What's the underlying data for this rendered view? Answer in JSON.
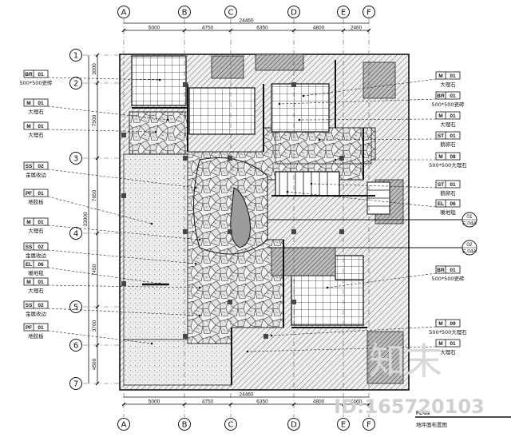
{
  "grid_columns": [
    "A",
    "B",
    "C",
    "D",
    "E",
    "F"
  ],
  "grid_rows": [
    "1",
    "2",
    "3",
    "4",
    "5",
    "6",
    "7"
  ],
  "top_dimensions": [
    "5000",
    "4750",
    "6350",
    "4800",
    "2460"
  ],
  "top_total": "24460",
  "bottom_dimensions": [
    "5000",
    "4750",
    "6350",
    "4800",
    "2460"
  ],
  "bottom_total": "24460",
  "left_dimensions": [
    "3000",
    "7500",
    "7650",
    "7450",
    "3700",
    "4500"
  ],
  "left_total": "33000",
  "left_tags": [
    {
      "code": "BR",
      "num": "01",
      "desc": "500*500瓷砖"
    },
    {
      "code": "M",
      "num": "01",
      "desc": "大理石"
    },
    {
      "code": "M",
      "num": "01",
      "desc": "大理石"
    },
    {
      "code": "SS",
      "num": "02",
      "desc": "金属收边"
    },
    {
      "code": "PF",
      "num": "01",
      "desc": "地胶板"
    },
    {
      "code": "M",
      "num": "01",
      "desc": "大理石"
    },
    {
      "code": "SS",
      "num": "02",
      "desc": "金属收边"
    },
    {
      "code": "EL",
      "num": "06",
      "desc": "暖地毯"
    },
    {
      "code": "M",
      "num": "01",
      "desc": "大理石"
    },
    {
      "code": "SS",
      "num": "02",
      "desc": "金属收边"
    },
    {
      "code": "PF",
      "num": "01",
      "desc": "地胶板"
    }
  ],
  "right_tags": [
    {
      "code": "M",
      "num": "01",
      "desc": "大理石"
    },
    {
      "code": "BR",
      "num": "01",
      "desc": "500*500瓷砖"
    },
    {
      "code": "M",
      "num": "01",
      "desc": "大理石"
    },
    {
      "code": "ST",
      "num": "01",
      "desc": "鹅卵石"
    },
    {
      "code": "M",
      "num": "08",
      "desc": "500*500大理石"
    },
    {
      "code": "ST",
      "num": "01",
      "desc": "鹅卵石"
    },
    {
      "code": "EL",
      "num": "06",
      "desc": "暖地毯"
    },
    {
      "code": "BR",
      "num": "01",
      "desc": "500*500瓷砖"
    },
    {
      "code": "M",
      "num": "09",
      "desc": "500*500大理石"
    },
    {
      "code": "M",
      "num": "01",
      "desc": "大理石"
    }
  ],
  "section_refs": [
    {
      "num": "01",
      "sheet": "E.04A"
    },
    {
      "num": "02",
      "sheet": "E.04A"
    }
  ],
  "drawing_title": "FL-09",
  "drawing_subtitle": "地坪面布置图",
  "watermark_text": "知末",
  "watermark_id": "ID:165720103"
}
